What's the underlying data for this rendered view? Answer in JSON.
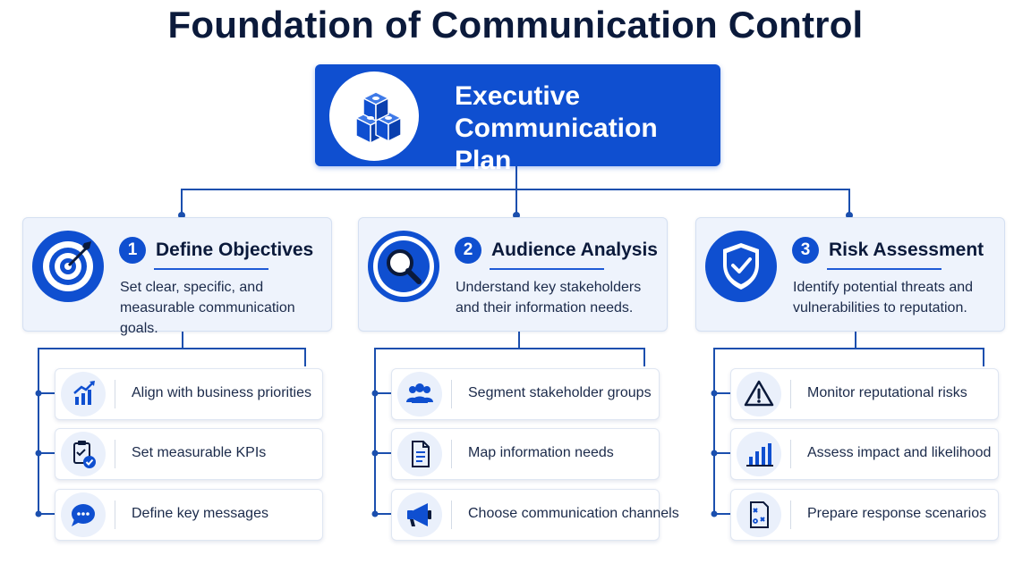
{
  "title": "Foundation of Communication Control",
  "root": {
    "line1": "Executive",
    "line2": "Communication Plan",
    "icon": "cubes-icon"
  },
  "branches": [
    {
      "number": "1",
      "title": "Define Objectives",
      "description": "Set clear, specific, and measurable communication goals.",
      "icon": "target-icon",
      "items": [
        {
          "label": "Align with business priorities",
          "icon": "growth-chart-icon"
        },
        {
          "label": "Set measurable KPIs",
          "icon": "clipboard-check-icon"
        },
        {
          "label": "Define key messages",
          "icon": "chat-bubble-icon"
        }
      ]
    },
    {
      "number": "2",
      "title": "Audience Analysis",
      "description": "Understand key stakeholders and their information needs.",
      "icon": "magnifier-icon",
      "items": [
        {
          "label": "Segment stakeholder groups",
          "icon": "people-icon"
        },
        {
          "label": "Map information needs",
          "icon": "document-icon"
        },
        {
          "label": "Choose communication channels",
          "icon": "megaphone-icon"
        }
      ]
    },
    {
      "number": "3",
      "title": "Risk Assessment",
      "description": "Identify potential threats and vulnerabilities to reputation.",
      "icon": "shield-check-icon",
      "items": [
        {
          "label": "Monitor reputational risks",
          "icon": "warning-icon"
        },
        {
          "label": "Assess impact and likelihood",
          "icon": "bar-chart-icon"
        },
        {
          "label": "Prepare response scenarios",
          "icon": "strategy-board-icon"
        }
      ]
    }
  ],
  "colors": {
    "accent": "#0f4fd0",
    "title_text": "#0b1a3b",
    "card_background": "#eef3fc",
    "icon_background": "#eaf0fb"
  }
}
